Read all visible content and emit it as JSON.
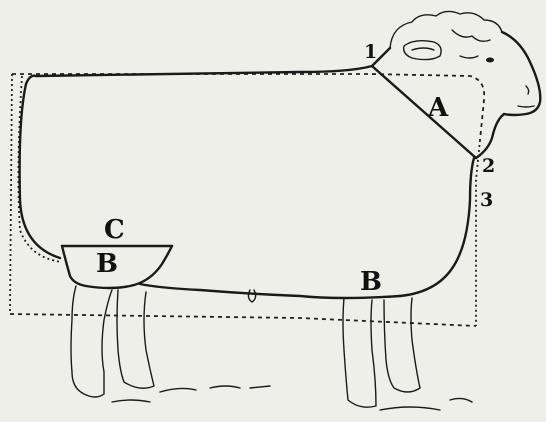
{
  "figure": {
    "regions": [
      {
        "id": "A",
        "label": "A"
      },
      {
        "id": "B_rear",
        "label": "B"
      },
      {
        "id": "B_belly",
        "label": "B"
      },
      {
        "id": "C",
        "label": "C"
      }
    ],
    "points": [
      {
        "id": "1",
        "label": "1"
      },
      {
        "id": "2",
        "label": "2"
      },
      {
        "id": "3",
        "label": "3"
      }
    ]
  }
}
